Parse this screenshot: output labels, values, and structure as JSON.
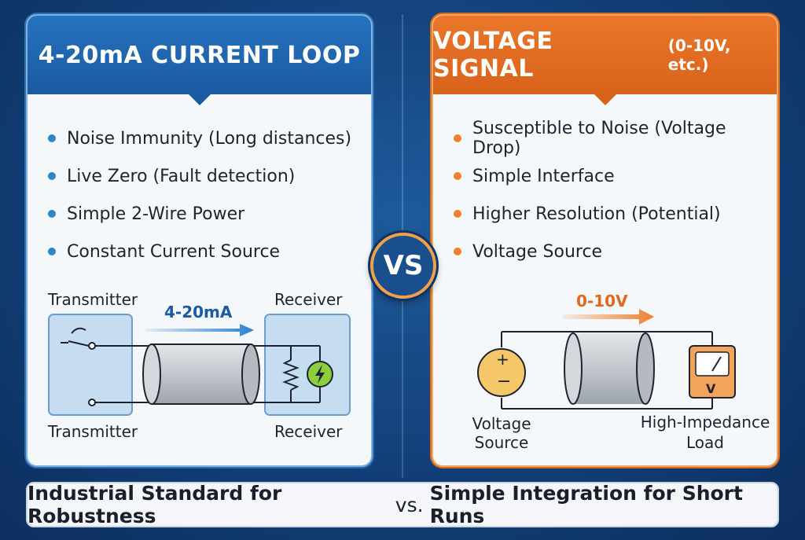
{
  "left": {
    "title": "4-20mA CURRENT LOOP",
    "features": [
      "Noise Immunity (Long distances)",
      "Live Zero (Fault detection)",
      "Simple 2-Wire Power",
      "Constant Current Source"
    ],
    "diagram": {
      "label_top_left": "Transmitter",
      "label_top_right": "Receiver",
      "label_bottom_left": "Transmitter",
      "label_bottom_right": "Receiver",
      "flow_label": "4-20mA"
    }
  },
  "right": {
    "title": "VOLTAGE SIGNAL",
    "subtitle": "(0-10V, etc.)",
    "features": [
      "Susceptible to Noise (Voltage Drop)",
      "Simple Interface",
      "Higher Resolution (Potential)",
      "Voltage Source"
    ],
    "diagram": {
      "flow_label": "0-10V",
      "source_label_line1": "Voltage",
      "source_label_line2": "Source",
      "load_label_line1": "High-Impedance",
      "load_label_line2": "Load",
      "meter_symbol": "V"
    }
  },
  "vs_label": "VS",
  "footer": {
    "left_text": "Industrial Standard for Robustness",
    "vs": "vs.",
    "right_text": "Simple Integration for Short Runs"
  },
  "colors": {
    "blue_accent": "#1a5aa0",
    "orange_accent": "#d9621a",
    "background": "#123f78"
  }
}
